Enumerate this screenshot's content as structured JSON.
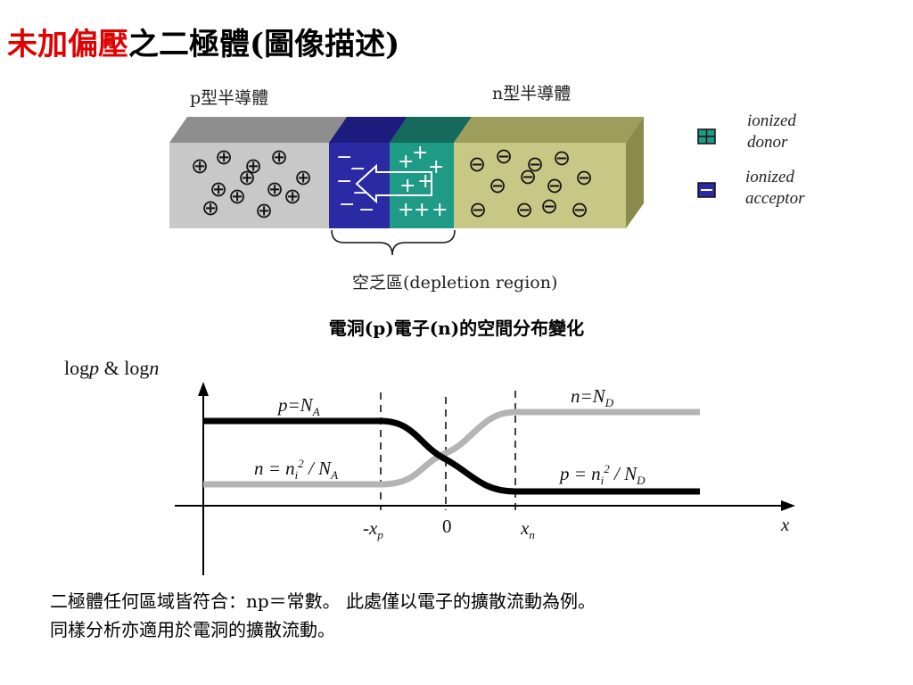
{
  "slide": {
    "title_red": "未加偏壓",
    "title_black": "之二極體(圖像描述)"
  },
  "junction": {
    "p_label": "p型半導體",
    "n_label": "n型半導體",
    "depletion_label": "空乏區(depletion region)",
    "p_symbol": "⊕",
    "n_symbol": "⊖",
    "depletion_minus": "−",
    "depletion_plus": "+",
    "colors": {
      "p_region": "#c8c8c8",
      "n_region": "#c8c886",
      "depletion_p": "#2a2aa4",
      "depletion_n": "#1e9a86"
    }
  },
  "legend": {
    "items": [
      {
        "line1": "ionized",
        "line2": "donor",
        "icon": "plus-box-icon",
        "color": "#1e9a86"
      },
      {
        "line1": "ionized",
        "line2": "acceptor",
        "icon": "minus-box-icon",
        "color": "#2a2aa4"
      }
    ]
  },
  "distribution": {
    "title": "電洞(p)電子(n)的空間分布變化",
    "y_label_pre": "log",
    "y_label_p": "p",
    "y_label_mid": " & log",
    "y_label_n": "n",
    "x_label": "x",
    "tick_neg": "-x",
    "tick_neg_sub": "p",
    "tick_zero": "0",
    "tick_pos": "x",
    "tick_pos_sub": "n",
    "p_left_label": "p=N",
    "p_left_sub": "A",
    "n_right_label": "n=N",
    "n_right_sub": "D",
    "n_left_label_pre": "n = n",
    "n_left_sub": "i",
    "n_left_sup": "2",
    "n_left_label_post": " / N",
    "n_left_sub2": "A",
    "p_right_label_pre": "p = n",
    "p_right_sub": "i",
    "p_right_sup": "2",
    "p_right_label_post": " / N",
    "p_right_sub2": "D",
    "colors": {
      "p_curve": "#000000",
      "n_curve": "#b4b4b4"
    }
  },
  "notes": {
    "line1": "二極體任何區域皆符合：np＝常數。 此處僅以電子的擴散流動為例。",
    "line2": "同樣分析亦適用於電洞的擴散流動。"
  }
}
